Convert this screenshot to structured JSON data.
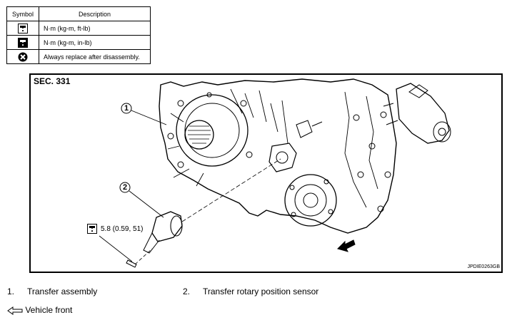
{
  "legend": {
    "header_symbol": "Symbol",
    "header_description": "Description",
    "rows": [
      {
        "icon": "torque-nm-ftlb-icon",
        "text": "N·m (kg-m, ft-lb)"
      },
      {
        "icon": "torque-nm-inlb-icon",
        "text": "N·m (kg-m, in-lb)"
      },
      {
        "icon": "always-replace-icon",
        "text": "Always replace after disassembly."
      }
    ]
  },
  "diagram": {
    "section": "SEC. 331",
    "callout_1": "1",
    "callout_2": "2",
    "torque_value": "5.8 (0.59, 51)",
    "figure_id": "JPDIE0263GB"
  },
  "parts": [
    {
      "number": "1.",
      "name": "Transfer assembly"
    },
    {
      "number": "2.",
      "name": "Transfer rotary position sensor"
    }
  ],
  "front_note": "Vehicle front"
}
